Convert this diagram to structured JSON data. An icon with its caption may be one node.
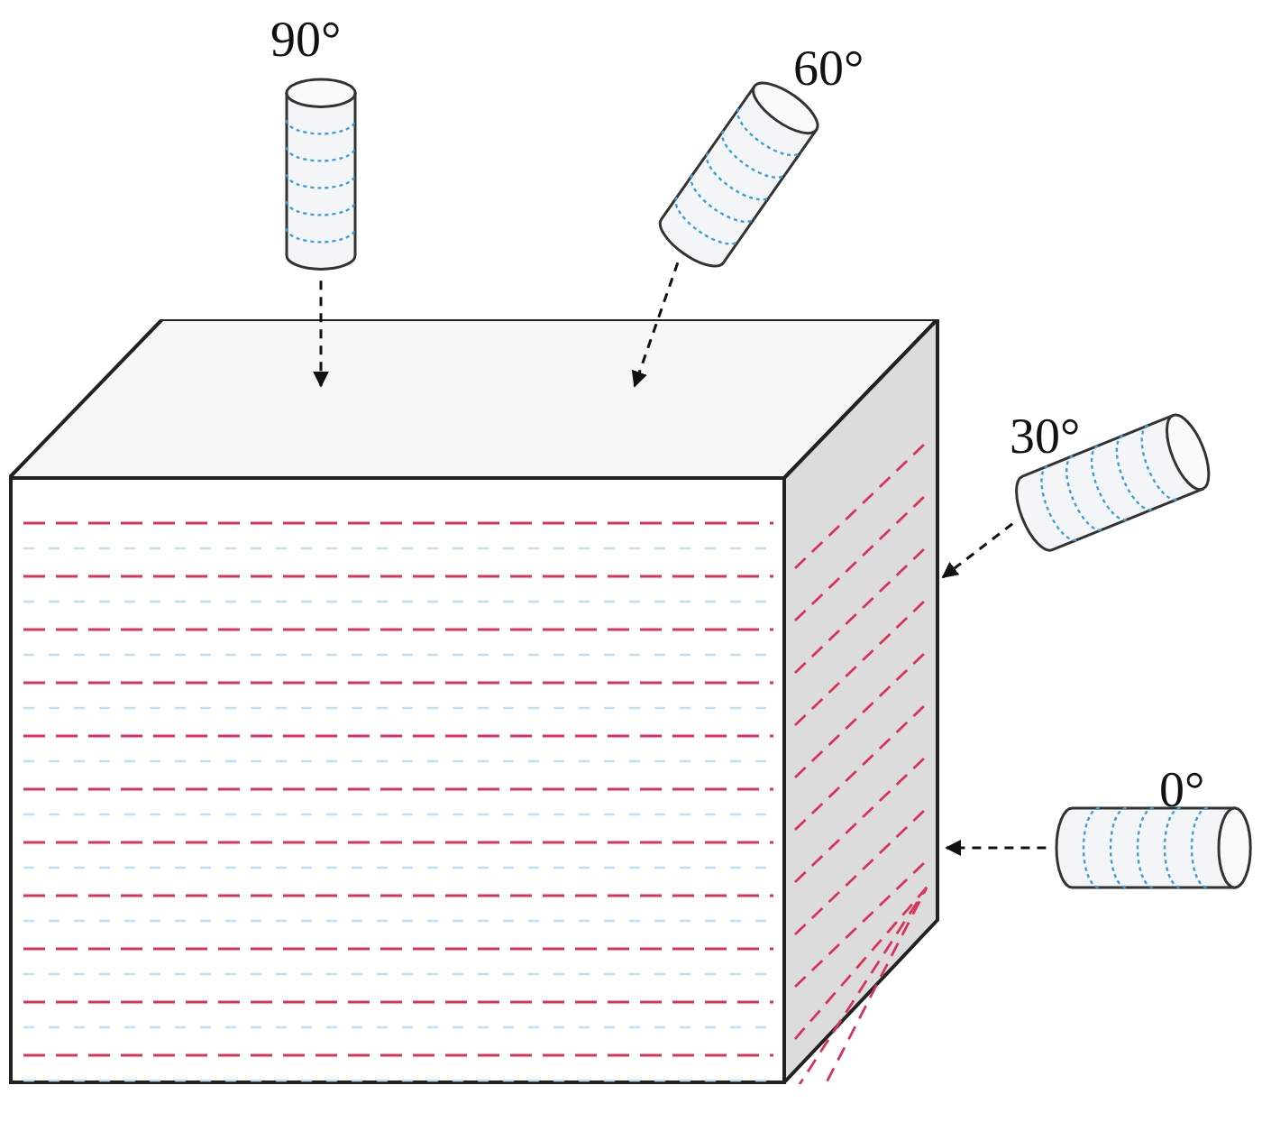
{
  "diagram": {
    "nodes": [
      {
        "text": [],
        "shape": "cylinder",
        "beside": [
          "90°"
        ]
      },
      {
        "text": [],
        "shape": "cylinder",
        "beside": [
          "60°"
        ]
      },
      {
        "text": [],
        "shape": "box"
      },
      {
        "text": [],
        "shape": "cylinder",
        "beside": [
          "30°"
        ]
      },
      {
        "text": [],
        "shape": "cylinder",
        "beside": [
          "0°"
        ]
      }
    ],
    "edges": [
      {
        "from": 0,
        "to": 2,
        "arrow": "to",
        "style": "dashed"
      },
      {
        "from": 1,
        "to": 2,
        "arrow": "to",
        "style": "dashed"
      },
      {
        "from": 3,
        "to": 2,
        "arrow": "to",
        "style": "dashed"
      },
      {
        "from": 4,
        "to": 2,
        "arrow": "to",
        "style": "dashed"
      }
    ]
  }
}
